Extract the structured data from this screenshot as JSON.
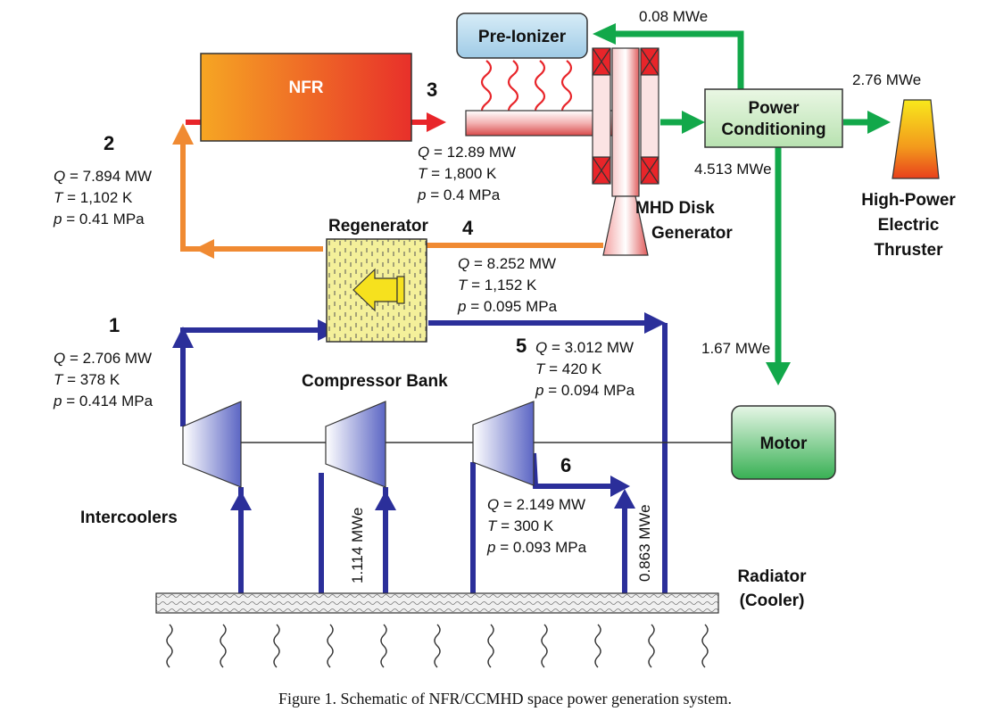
{
  "components": {
    "nfr": "NFR",
    "pre_ionizer": "Pre-Ionizer",
    "power_conditioning": [
      "Power",
      "Conditioning"
    ],
    "mhd_generator": [
      "MHD Disk",
      "Generator"
    ],
    "thruster": [
      "High-Power",
      "Electric",
      "Thruster"
    ],
    "regenerator": "Regenerator",
    "compressor_bank": "Compressor Bank",
    "motor": "Motor",
    "intercoolers": "Intercoolers",
    "radiator": [
      "Radiator",
      "(Cooler)"
    ]
  },
  "states": {
    "s1": {
      "num": "1",
      "Q": "2.706 MW",
      "T": "378 K",
      "p": "0.414 MPa"
    },
    "s2": {
      "num": "2",
      "Q": "7.894 MW",
      "T": "1,102 K",
      "p": "0.41 MPa"
    },
    "s3": {
      "num": "3",
      "Q": "12.89 MW",
      "T": "1,800 K",
      "p": "0.4 MPa"
    },
    "s4": {
      "num": "4",
      "Q": "8.252 MW",
      "T": "1,152 K",
      "p": "0.095 MPa"
    },
    "s5": {
      "num": "5",
      "Q": "3.012 MW",
      "T": "420 K",
      "p": "0.094 MPa"
    },
    "s6": {
      "num": "6",
      "Q": "2.149 MW",
      "T": "300 K",
      "p": "0.093 MPa"
    }
  },
  "symbols": {
    "Q": "Q",
    "T": "T",
    "p": "p",
    "eq": " = "
  },
  "power_flows": {
    "pre_ionizer": "0.08 MWe",
    "thruster": "2.76 MWe",
    "generator_out": "4.513 MWe",
    "motor": "1.67 MWe",
    "compressor_1": "1.114 MWe",
    "compressor_2": "0.863 MWe"
  },
  "caption": "Figure 1.  Schematic of NFR/CCMHD space power generation system.",
  "colors": {
    "hot": "#e8252a",
    "warm": "#f08a32",
    "cold": "#2b2f9a",
    "power": "#12a84a"
  }
}
